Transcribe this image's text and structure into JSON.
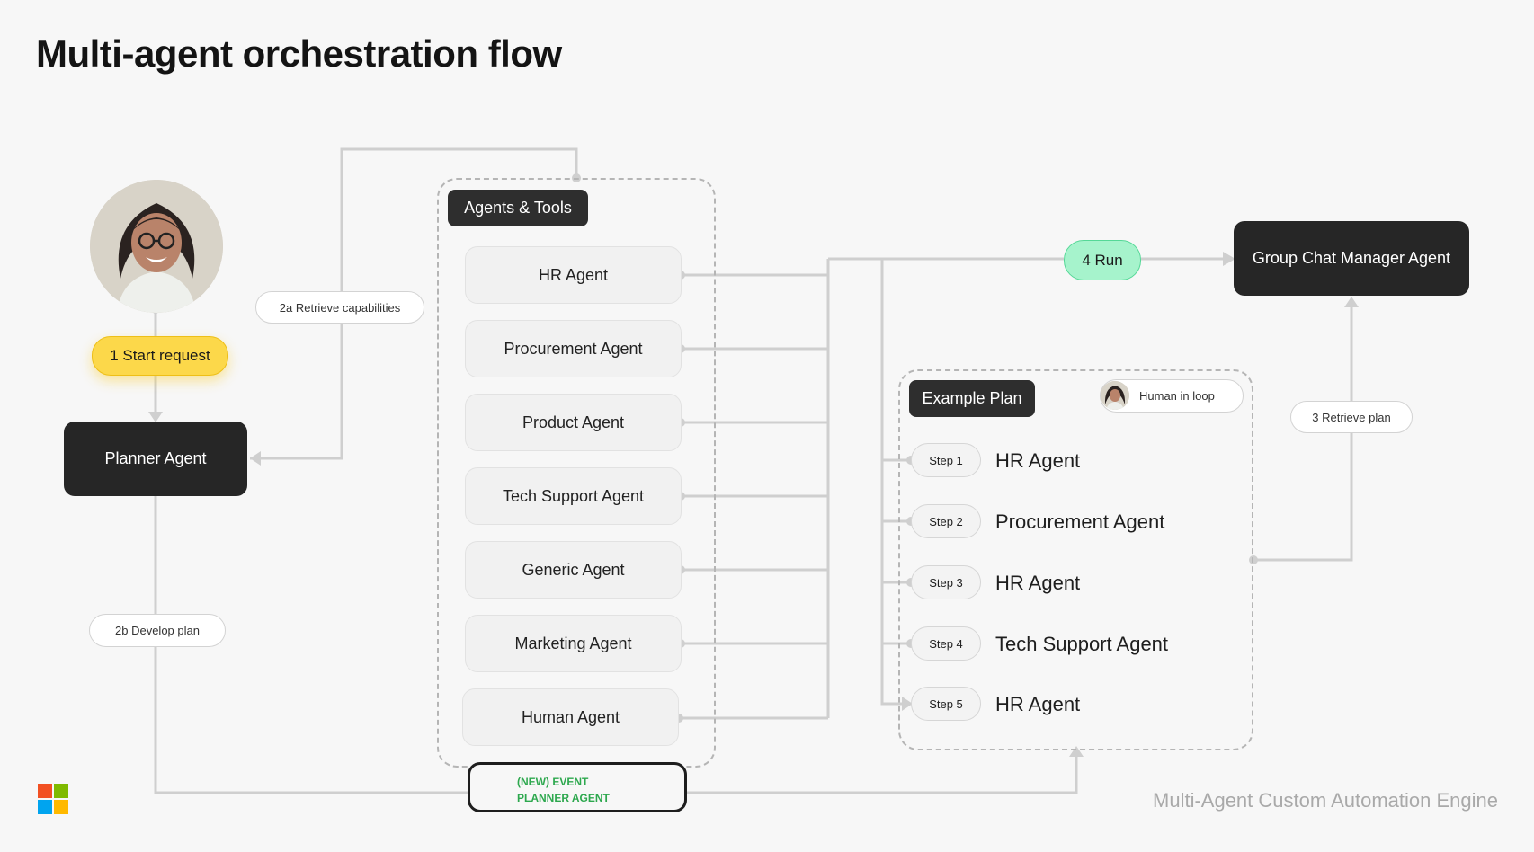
{
  "title": "Multi-agent orchestration flow",
  "labels": {
    "start_request": "1 Start request",
    "retrieve_capabilities": "2a Retrieve capabilities",
    "develop_plan": "2b Develop plan",
    "retrieve_plan": "3 Retrieve plan",
    "run": "4 Run",
    "human_in_loop": "Human in loop"
  },
  "nodes": {
    "planner_agent": "Planner Agent",
    "group_chat_manager": "Group Chat Manager Agent"
  },
  "agents_tools": {
    "heading": "Agents & Tools",
    "agents": [
      "HR Agent",
      "Procurement Agent",
      "Product Agent",
      "Tech Support Agent",
      "Generic Agent",
      "Marketing Agent",
      "Human Agent"
    ]
  },
  "example_plan": {
    "heading": "Example Plan",
    "steps": [
      {
        "step": "Step 1",
        "agent": "HR Agent"
      },
      {
        "step": "Step 2",
        "agent": "Procurement Agent"
      },
      {
        "step": "Step 3",
        "agent": "HR Agent"
      },
      {
        "step": "Step 4",
        "agent": "Tech Support Agent"
      },
      {
        "step": "Step 5",
        "agent": "HR Agent"
      }
    ]
  },
  "event_box": {
    "line1": "(NEW) EVENT",
    "line2": "PLANNER AGENT"
  },
  "footer": "Multi-Agent Custom Automation Engine",
  "colors": {
    "start_pill": "#fcd84a",
    "run_pill": "#a6f3cc",
    "event_text": "#2da84e",
    "dark_node": "#262626"
  }
}
